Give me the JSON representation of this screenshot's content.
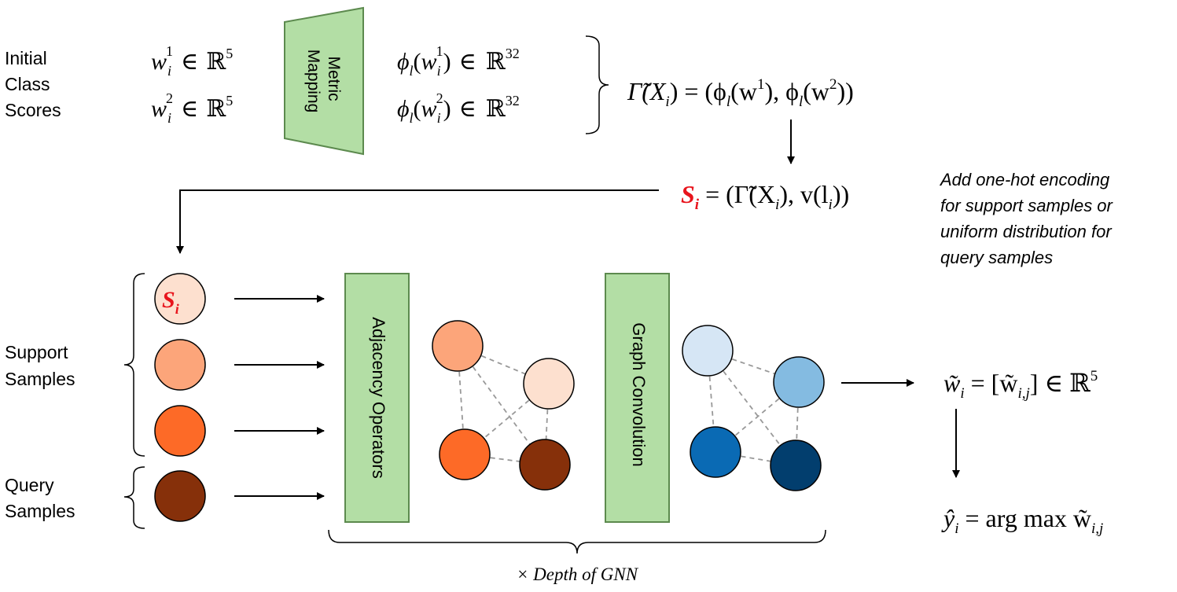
{
  "labels": {
    "initial_class_scores": [
      "Initial",
      "Class",
      "Scores"
    ],
    "support_samples": [
      "Support",
      "Samples"
    ],
    "query_samples": [
      "Query",
      "Samples"
    ],
    "metric_mapping": [
      "Metric",
      "Mapping"
    ],
    "adjacency_operators": "Adjacency Operators",
    "graph_convolution": "Graph Convolution",
    "annotation": [
      "Add one-hot encoding",
      "for support samples or",
      "uniform distribution for",
      "query samples"
    ],
    "depth": "× Depth of GNN"
  },
  "math": {
    "w1": {
      "base": "w",
      "sub": "i",
      "sup": "1",
      "in": "∈",
      "space": "ℝ",
      "dim": "5"
    },
    "w2": {
      "base": "w",
      "sub": "i",
      "sup": "2",
      "in": "∈",
      "space": "ℝ",
      "dim": "5"
    },
    "phi1": {
      "phi": "ϕ",
      "sub": "l",
      "arg": "w",
      "arg_sub": "i",
      "arg_sup": "1",
      "in": "∈",
      "space": "ℝ",
      "dim": "32"
    },
    "phi2": {
      "phi": "ϕ",
      "sub": "l",
      "arg": "w",
      "arg_sub": "i",
      "arg_sup": "2",
      "in": "∈",
      "space": "ℝ",
      "dim": "32"
    },
    "gamma": {
      "lhs": "Γ̃(X",
      "lhs_sub": "i",
      "lhs_end": ") = (ϕ",
      "rhs_sub1": "l",
      "rhs_mid1": "(w",
      "sup1": "1",
      "rhs_mid2": "), ϕ",
      "rhs_sub2": "l",
      "rhs_mid3": "(w",
      "sup2": "2",
      "rhs_end": "))"
    },
    "s_eq": {
      "s": "S",
      "s_sub": "i",
      "rhs": "= (Γ̃(X",
      "rhs_sub": "i",
      "rhs_mid": "), v(l",
      "rhs_sub2": "i",
      "rhs_end": "))"
    },
    "s_node": {
      "s": "S",
      "s_sub": "i"
    },
    "w_tilde": {
      "lhs": "w̃",
      "lhs_sub": "i",
      "eq": "= [w̃",
      "bracket_sub": "i,j",
      "end": "] ∈ ℝ",
      "dim": "5"
    },
    "y_hat": {
      "lhs": "ŷ",
      "lhs_sub": "i",
      "eq": "= arg max w̃",
      "sub": "i,j"
    }
  },
  "colors": {
    "box_fill": "#b3dea5",
    "box_stroke": "#5c8a4e",
    "highlight_red": "#e8141c",
    "node_support_1": "#fde0cf",
    "node_support_2": "#fca57a",
    "node_support_3": "#fd6a27",
    "node_query": "#86300a",
    "node_blue_1": "#d6e6f5",
    "node_blue_2": "#84bbe1",
    "node_blue_3": "#0a6ab4",
    "node_blue_4": "#023e6e"
  }
}
